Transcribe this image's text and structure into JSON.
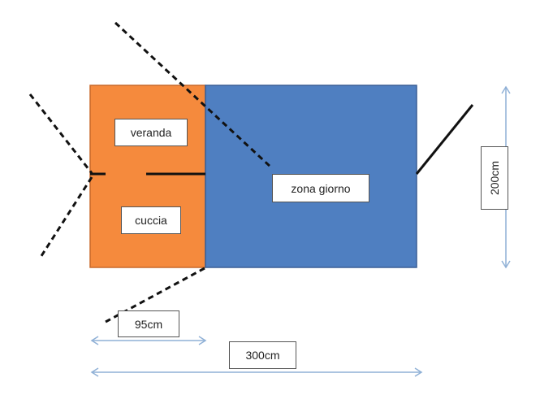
{
  "labels": {
    "veranda": "veranda",
    "cuccia": "cuccia",
    "zona_giorno": "zona giorno",
    "width_veranda": "95cm",
    "width_total": "300cm",
    "height_total": "200cm"
  },
  "colors": {
    "veranda_fill": "#f58a3d",
    "zona_giorno_fill": "#4f7fc1",
    "dimension_arrow": "#8fb0d6",
    "lines": "#111111"
  }
}
